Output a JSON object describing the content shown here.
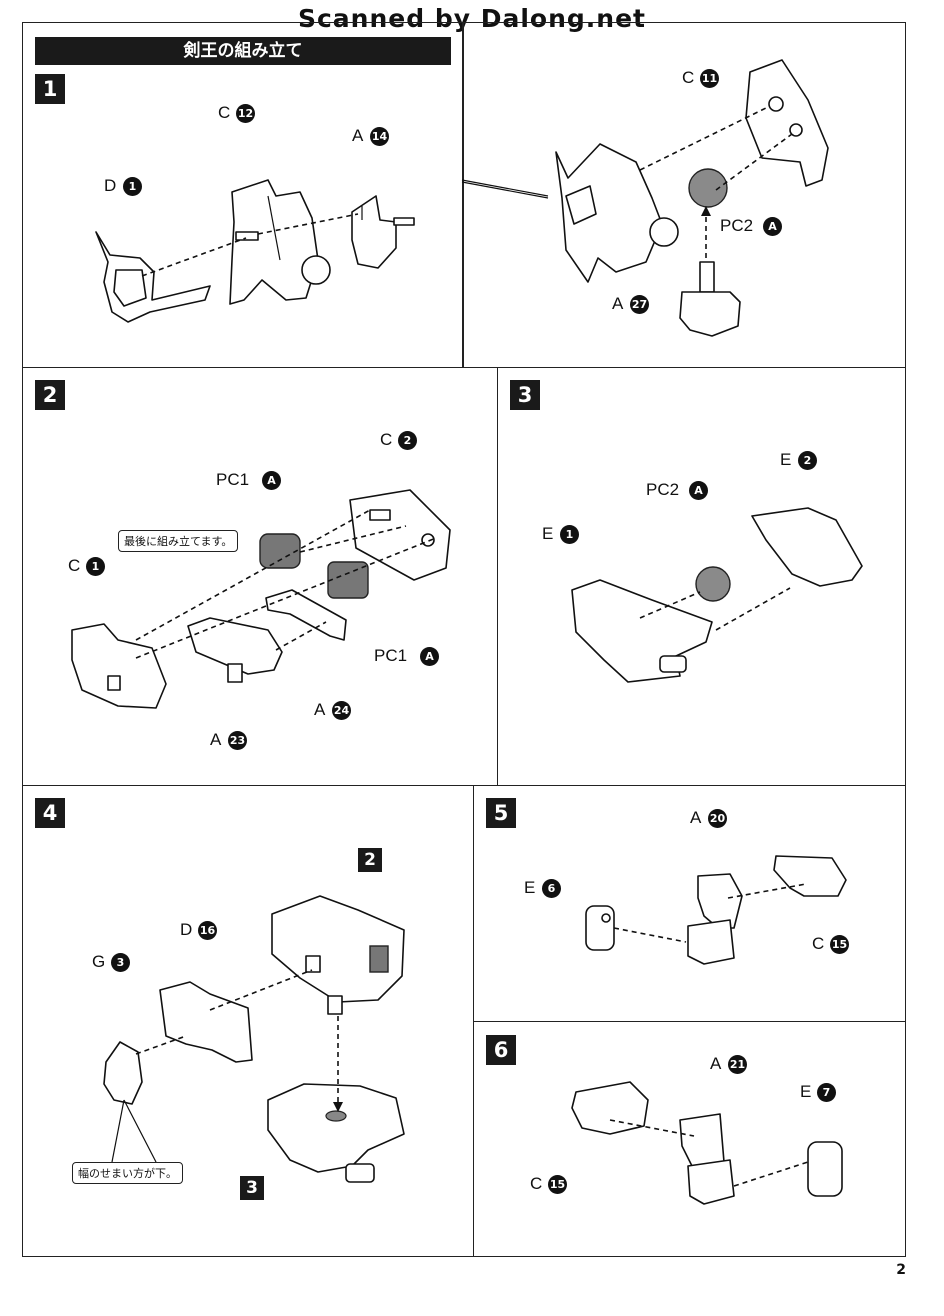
{
  "watermark": "Scanned by Dalong.net",
  "title": "剣王の組み立て",
  "page_number": "2",
  "steps": {
    "s1": {
      "num": "1"
    },
    "s2": {
      "num": "2",
      "note": "最後に組み立てます。"
    },
    "s3": {
      "num": "3"
    },
    "s4": {
      "num": "4",
      "note": "幅のせまい方が下。",
      "ref_top": "2",
      "ref_bottom": "3"
    },
    "s5": {
      "num": "5"
    },
    "s6": {
      "num": "6"
    }
  },
  "parts": {
    "s1_D1": {
      "letter": "D",
      "num": "1"
    },
    "s1_C12": {
      "letter": "C",
      "num": "12"
    },
    "s1_A14": {
      "letter": "A",
      "num": "14"
    },
    "s1_C11": {
      "letter": "C",
      "num": "11"
    },
    "s1_PC2A": {
      "letter": "PC2",
      "num": "A"
    },
    "s1_A27": {
      "letter": "A",
      "num": "27"
    },
    "s2_PC1A_a": {
      "letter": "PC1",
      "num": "A"
    },
    "s2_C2": {
      "letter": "C",
      "num": "2"
    },
    "s2_C1": {
      "letter": "C",
      "num": "1"
    },
    "s2_PC1A_b": {
      "letter": "PC1",
      "num": "A"
    },
    "s2_A24": {
      "letter": "A",
      "num": "24"
    },
    "s2_A23": {
      "letter": "A",
      "num": "23"
    },
    "s3_E2": {
      "letter": "E",
      "num": "2"
    },
    "s3_PC2A": {
      "letter": "PC2",
      "num": "A"
    },
    "s3_E1": {
      "letter": "E",
      "num": "1"
    },
    "s4_D16": {
      "letter": "D",
      "num": "16"
    },
    "s4_G3": {
      "letter": "G",
      "num": "3"
    },
    "s5_A20": {
      "letter": "A",
      "num": "20"
    },
    "s5_E6": {
      "letter": "E",
      "num": "6"
    },
    "s5_C15": {
      "letter": "C",
      "num": "15"
    },
    "s6_A21": {
      "letter": "A",
      "num": "21"
    },
    "s6_E7": {
      "letter": "E",
      "num": "7"
    },
    "s6_C15": {
      "letter": "C",
      "num": "15"
    }
  }
}
